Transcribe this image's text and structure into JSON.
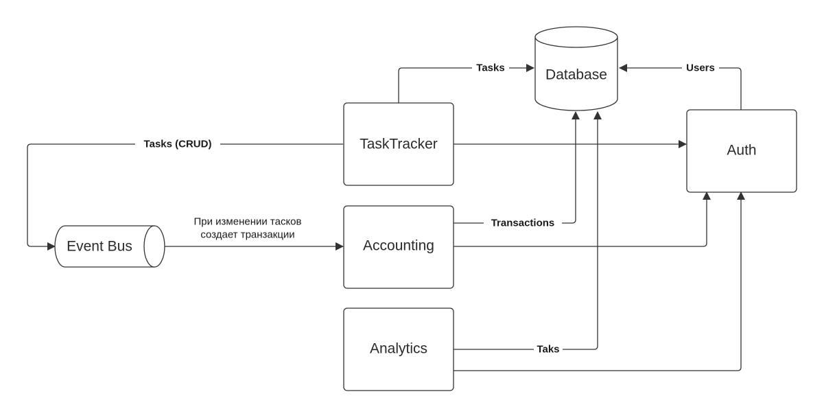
{
  "nodes": {
    "database": "Database",
    "tasktracker": "TaskTracker",
    "auth": "Auth",
    "event_bus": "Event Bus",
    "accounting": "Accounting",
    "analytics": "Analytics"
  },
  "edges": {
    "tasks": "Tasks",
    "users": "Users",
    "tasks_crud": "Tasks (CRUD)",
    "transactions": "Transactions",
    "taks": "Taks"
  },
  "notes": {
    "event_bus_note_line1": "При изменении тасков",
    "event_bus_note_line2": "создает транзакции"
  }
}
